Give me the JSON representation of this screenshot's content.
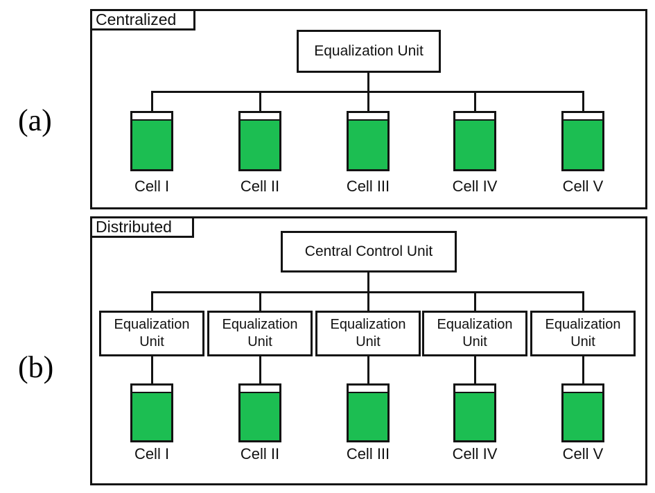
{
  "colors": {
    "cell_green": "#1cbe52",
    "line_black": "#131313",
    "background": "#ffffff"
  },
  "panel_a": {
    "side_tag": "(a)",
    "corner_label": "Centralized",
    "controller_label": "Equalization Unit",
    "cell_labels": [
      "Cell I",
      "Cell II",
      "Cell III",
      "Cell IV",
      "Cell V"
    ]
  },
  "panel_b": {
    "side_tag": "(b)",
    "corner_label": "Distributed",
    "controller_label": "Central Control Unit",
    "equalization_unit_labels": [
      "Equalization\nUnit",
      "Equalization\nUnit",
      "Equalization\nUnit",
      "Equalization\nUnit",
      "Equalization\nUnit"
    ],
    "cell_labels": [
      "Cell I",
      "Cell II",
      "Cell III",
      "Cell IV",
      "Cell V"
    ]
  }
}
